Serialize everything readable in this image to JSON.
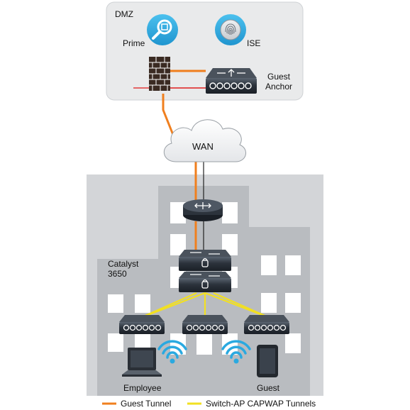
{
  "zone": {
    "title": "DMZ"
  },
  "devices": {
    "prime_label": "Prime",
    "ise_label": "ISE",
    "guest_anchor_line1": "Guest",
    "guest_anchor_line2": "Anchor",
    "wan_label": "WAN",
    "catalyst_line1": "Catalyst",
    "catalyst_line2": "3650",
    "employee_label": "Employee",
    "guest_label": "Guest"
  },
  "legend": {
    "items": [
      {
        "label": "Guest Tunnel",
        "color": "#f07f1e"
      },
      {
        "label": "Switch-AP CAPWAP Tunnels",
        "color": "#f2e021"
      }
    ]
  },
  "colors": {
    "guest_tunnel": "#f07f1e",
    "capwap_tunnel": "#f2e021",
    "wired_link": "#e23b3b",
    "icon_blue": "#2aa9e0",
    "device_dark": "#232a33",
    "building": "#b9bcc0"
  },
  "icons": [
    "firewall-icon",
    "search-icon",
    "fingerprint-icon",
    "router-icon",
    "switch-icon",
    "access-point-icon",
    "wifi-icon",
    "laptop-icon",
    "tablet-icon",
    "cloud-icon"
  ]
}
